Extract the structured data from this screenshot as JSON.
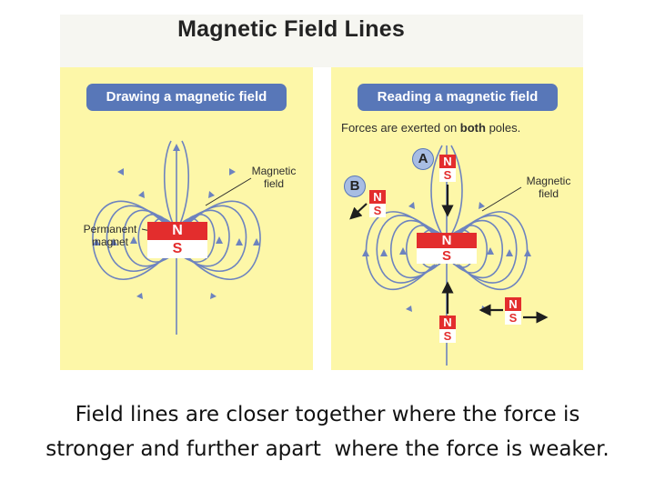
{
  "title": "Magnetic Field Lines",
  "left_panel": {
    "header": "Drawing a magnetic field",
    "field_label_line1": "Magnetic",
    "field_label_line2": "field",
    "magnet_label_line1": "Permanent",
    "magnet_label_line2": "magnet",
    "magnet_n": "N",
    "magnet_s": "S"
  },
  "right_panel": {
    "header": "Reading a magnetic field",
    "forces_before": "Forces are exerted on ",
    "forces_bold": "both",
    "forces_after": " poles.",
    "field_label_line1": "Magnetic",
    "field_label_line2": "field",
    "label_a": "A",
    "label_b": "B",
    "magnet_n": "N",
    "magnet_s": "S"
  },
  "caption_line1": "Field lines are closer together where the force is",
  "caption_line2": "stronger and further apart  where the force is weaker.",
  "colors": {
    "panel_bg": "#fdf7a8",
    "pill": "#5877b8",
    "field_line": "#6d83bf",
    "north": "#e32d2d"
  }
}
